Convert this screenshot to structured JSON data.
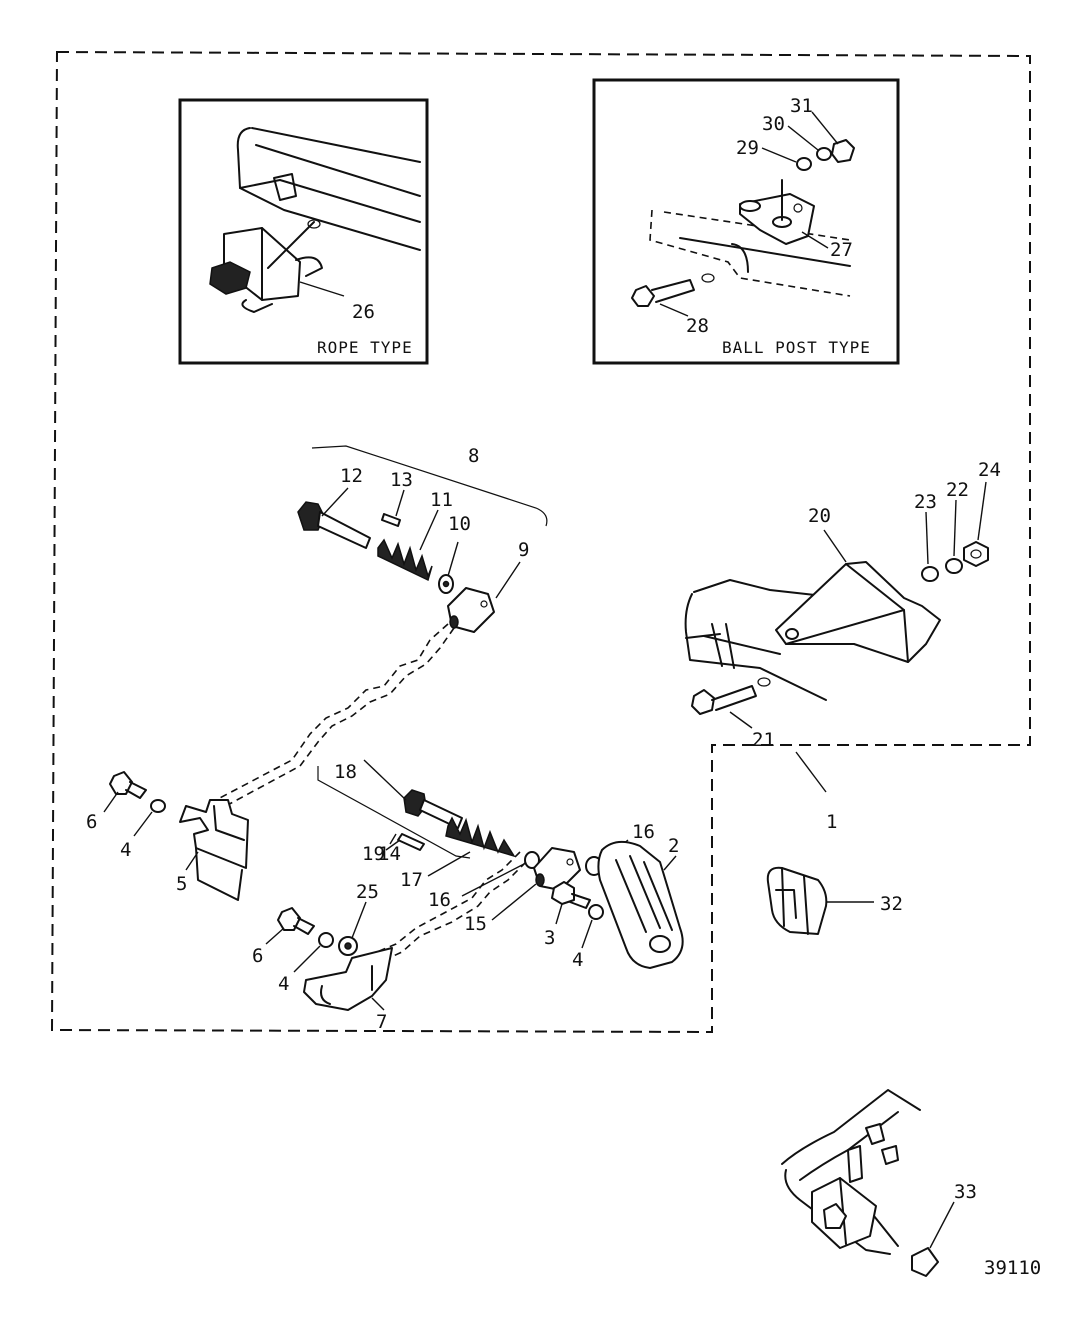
{
  "insets": {
    "rope": {
      "caption": "ROPE TYPE"
    },
    "ball_post": {
      "caption": "BALL POST TYPE"
    }
  },
  "callouts": {
    "c1": "1",
    "c2": "2",
    "c3": "3",
    "c4a": "4",
    "c4b": "4",
    "c4c": "4",
    "c5": "5",
    "c6a": "6",
    "c6b": "6",
    "c7": "7",
    "c8": "8",
    "c9": "9",
    "c10": "10",
    "c11": "11",
    "c12": "12",
    "c13": "13",
    "c14": "14",
    "c15": "15",
    "c16a": "16",
    "c16b": "16",
    "c17": "17",
    "c18": "18",
    "c19": "19",
    "c20": "20",
    "c21": "21",
    "c22": "22",
    "c23": "23",
    "c24": "24",
    "c25": "25",
    "c26": "26",
    "c27": "27",
    "c28": "28",
    "c29": "29",
    "c30": "30",
    "c31": "31",
    "c32": "32",
    "c33": "33"
  },
  "figure_number": "39110"
}
